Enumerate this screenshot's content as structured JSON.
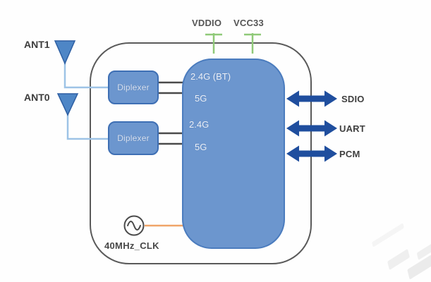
{
  "diagram": {
    "antennas": [
      {
        "label": "ANT1"
      },
      {
        "label": "ANT0"
      }
    ],
    "power_pins": [
      {
        "label": "VDDIO"
      },
      {
        "label": "VCC33"
      }
    ],
    "diplexers": [
      {
        "label": "Diplexer"
      },
      {
        "label": "Diplexer"
      }
    ],
    "radio_ports": [
      {
        "label": "2.4G (BT)"
      },
      {
        "label": "5G"
      },
      {
        "label": "2.4G"
      },
      {
        "label": "5G"
      }
    ],
    "interfaces": [
      {
        "label": "SDIO"
      },
      {
        "label": "UART"
      },
      {
        "label": "PCM"
      }
    ],
    "clock_label": "40MHz_CLK",
    "colors": {
      "block_fill": "#6c96ce",
      "block_border": "#4b7cbe",
      "diplexer_border": "#3e6fb4",
      "arrow_navy": "#1f4e9e",
      "antenna_fill": "#4e86c6",
      "antenna_border": "#2e5fa3",
      "wire_light_blue": "#9dc3e6",
      "wire_dark": "#4a4a4a",
      "pin_green": "#8fc978",
      "wire_orange": "#f0a468",
      "boundary_gray": "#5a5a5a",
      "label_gray": "#3f3f3f"
    }
  }
}
